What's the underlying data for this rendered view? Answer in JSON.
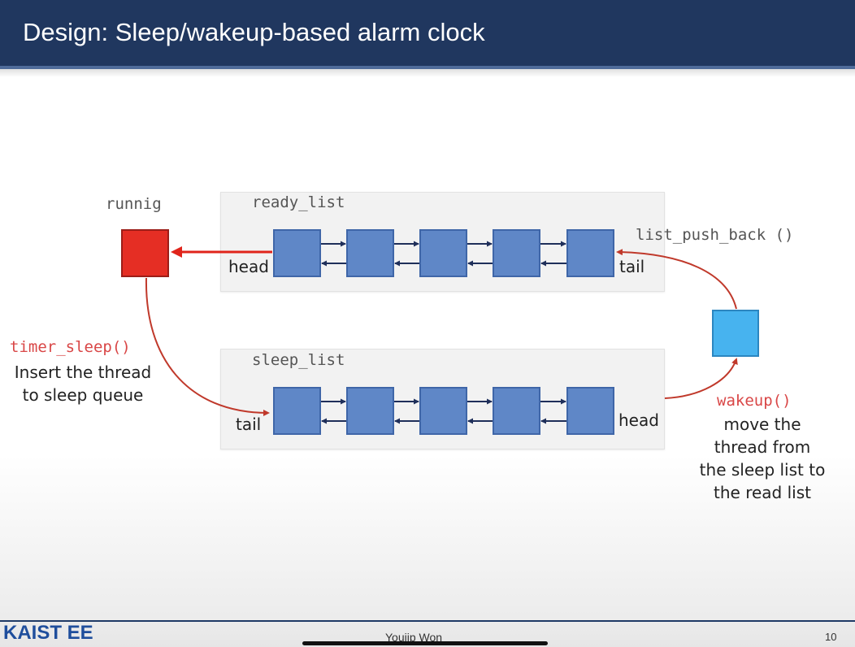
{
  "slide": {
    "title": "Design: Sleep/wakeup-based alarm clock",
    "author": "Youjip Won",
    "page_number": "10",
    "logo_text": "KAIST EE"
  },
  "diagram": {
    "running_label": "runnig",
    "ready_list": {
      "name": "ready_list",
      "head_label": "head",
      "tail_label": "tail",
      "node_count": 5
    },
    "sleep_list": {
      "name": "sleep_list",
      "head_label": "head",
      "tail_label": "tail",
      "node_count": 5
    },
    "push_back_call": "list_push_back ()",
    "timer_sleep": {
      "call": "timer_sleep()",
      "description": "Insert the thread\nto sleep queue"
    },
    "wakeup": {
      "call": "wakeup()",
      "description": "move the\nthread from\nthe sleep list to\nthe read list"
    }
  },
  "colors": {
    "title_bar": "#20375f",
    "list_node": "#5f87c7",
    "running_node": "#e52e24",
    "waking_node": "#47b3ef",
    "arrow_red": "#c0392b",
    "link_arrow": "#1f2f5a",
    "function_text": "#d94747"
  }
}
